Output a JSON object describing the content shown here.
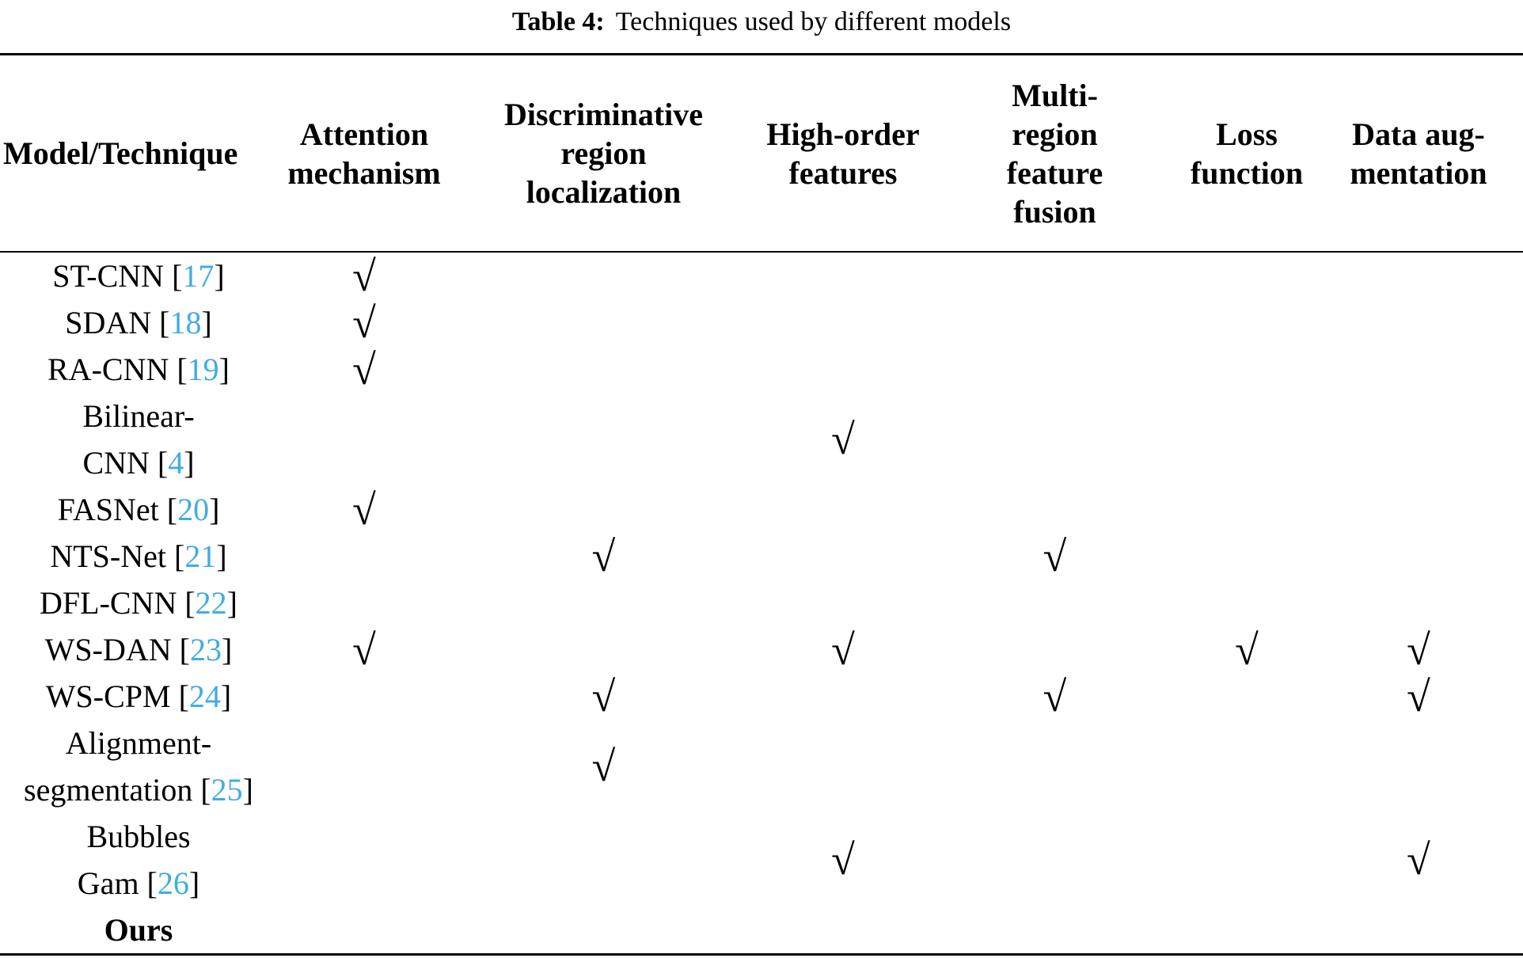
{
  "caption": {
    "label": "Table 4:",
    "text": "Techniques used by different models"
  },
  "colors": {
    "citation_link": "#41ACE1",
    "text": "#000000",
    "rule": "#000000"
  },
  "checkmark_glyph": "√",
  "columns": [
    {
      "label": "Model/Technique"
    },
    {
      "label": "Attention\nmechanism"
    },
    {
      "label": "Discriminative\nregion\nlocalization"
    },
    {
      "label": "High-order\nfeatures"
    },
    {
      "label": "Multi-\nregion\nfeature\nfusion"
    },
    {
      "label": "Loss\nfunction"
    },
    {
      "label": "Data aug-\nmentation"
    }
  ],
  "rows": [
    {
      "pre": "ST-CNN [",
      "cite": "17",
      "post": "]",
      "marks": [
        "√",
        "",
        "",
        "",
        "",
        ""
      ]
    },
    {
      "pre": "SDAN [",
      "cite": "18",
      "post": "]",
      "marks": [
        "√",
        "",
        "",
        "",
        "",
        ""
      ]
    },
    {
      "pre": "RA-CNN [",
      "cite": "19",
      "post": "]",
      "marks": [
        "√",
        "",
        "",
        "",
        "",
        ""
      ]
    },
    {
      "line1": "Bilinear-",
      "pre": "CNN [",
      "cite": "4",
      "post": "]",
      "marks": [
        "",
        "",
        "√",
        "",
        "",
        ""
      ]
    },
    {
      "pre": "FASNet [",
      "cite": "20",
      "post": "]",
      "marks": [
        "√",
        "",
        "",
        "",
        "",
        ""
      ]
    },
    {
      "pre": "NTS-Net [",
      "cite": "21",
      "post": "]",
      "marks": [
        "",
        "√",
        "",
        "√",
        "",
        ""
      ]
    },
    {
      "pre": "DFL-CNN [",
      "cite": "22",
      "post": "]",
      "marks": [
        "",
        "",
        "",
        "",
        "",
        ""
      ]
    },
    {
      "pre": "WS-DAN [",
      "cite": "23",
      "post": "]",
      "marks": [
        "√",
        "",
        "√",
        "",
        "√",
        "√"
      ]
    },
    {
      "pre": "WS-CPM [",
      "cite": "24",
      "post": "]",
      "marks": [
        "",
        "√",
        "",
        "√",
        "",
        "√"
      ]
    },
    {
      "line1": "Alignment-",
      "pre": "segmentation [",
      "cite": "25",
      "post": "]",
      "marks": [
        "",
        "√",
        "",
        "",
        "",
        ""
      ]
    },
    {
      "line1": "Bubbles",
      "pre": "Gam [",
      "cite": "26",
      "post": "]",
      "marks": [
        "",
        "",
        "√",
        "",
        "",
        "√"
      ]
    },
    {
      "pre": "Ours",
      "cite": "",
      "post": "",
      "bold": true,
      "marks": [
        "",
        "",
        "",
        "",
        "",
        ""
      ]
    }
  ]
}
